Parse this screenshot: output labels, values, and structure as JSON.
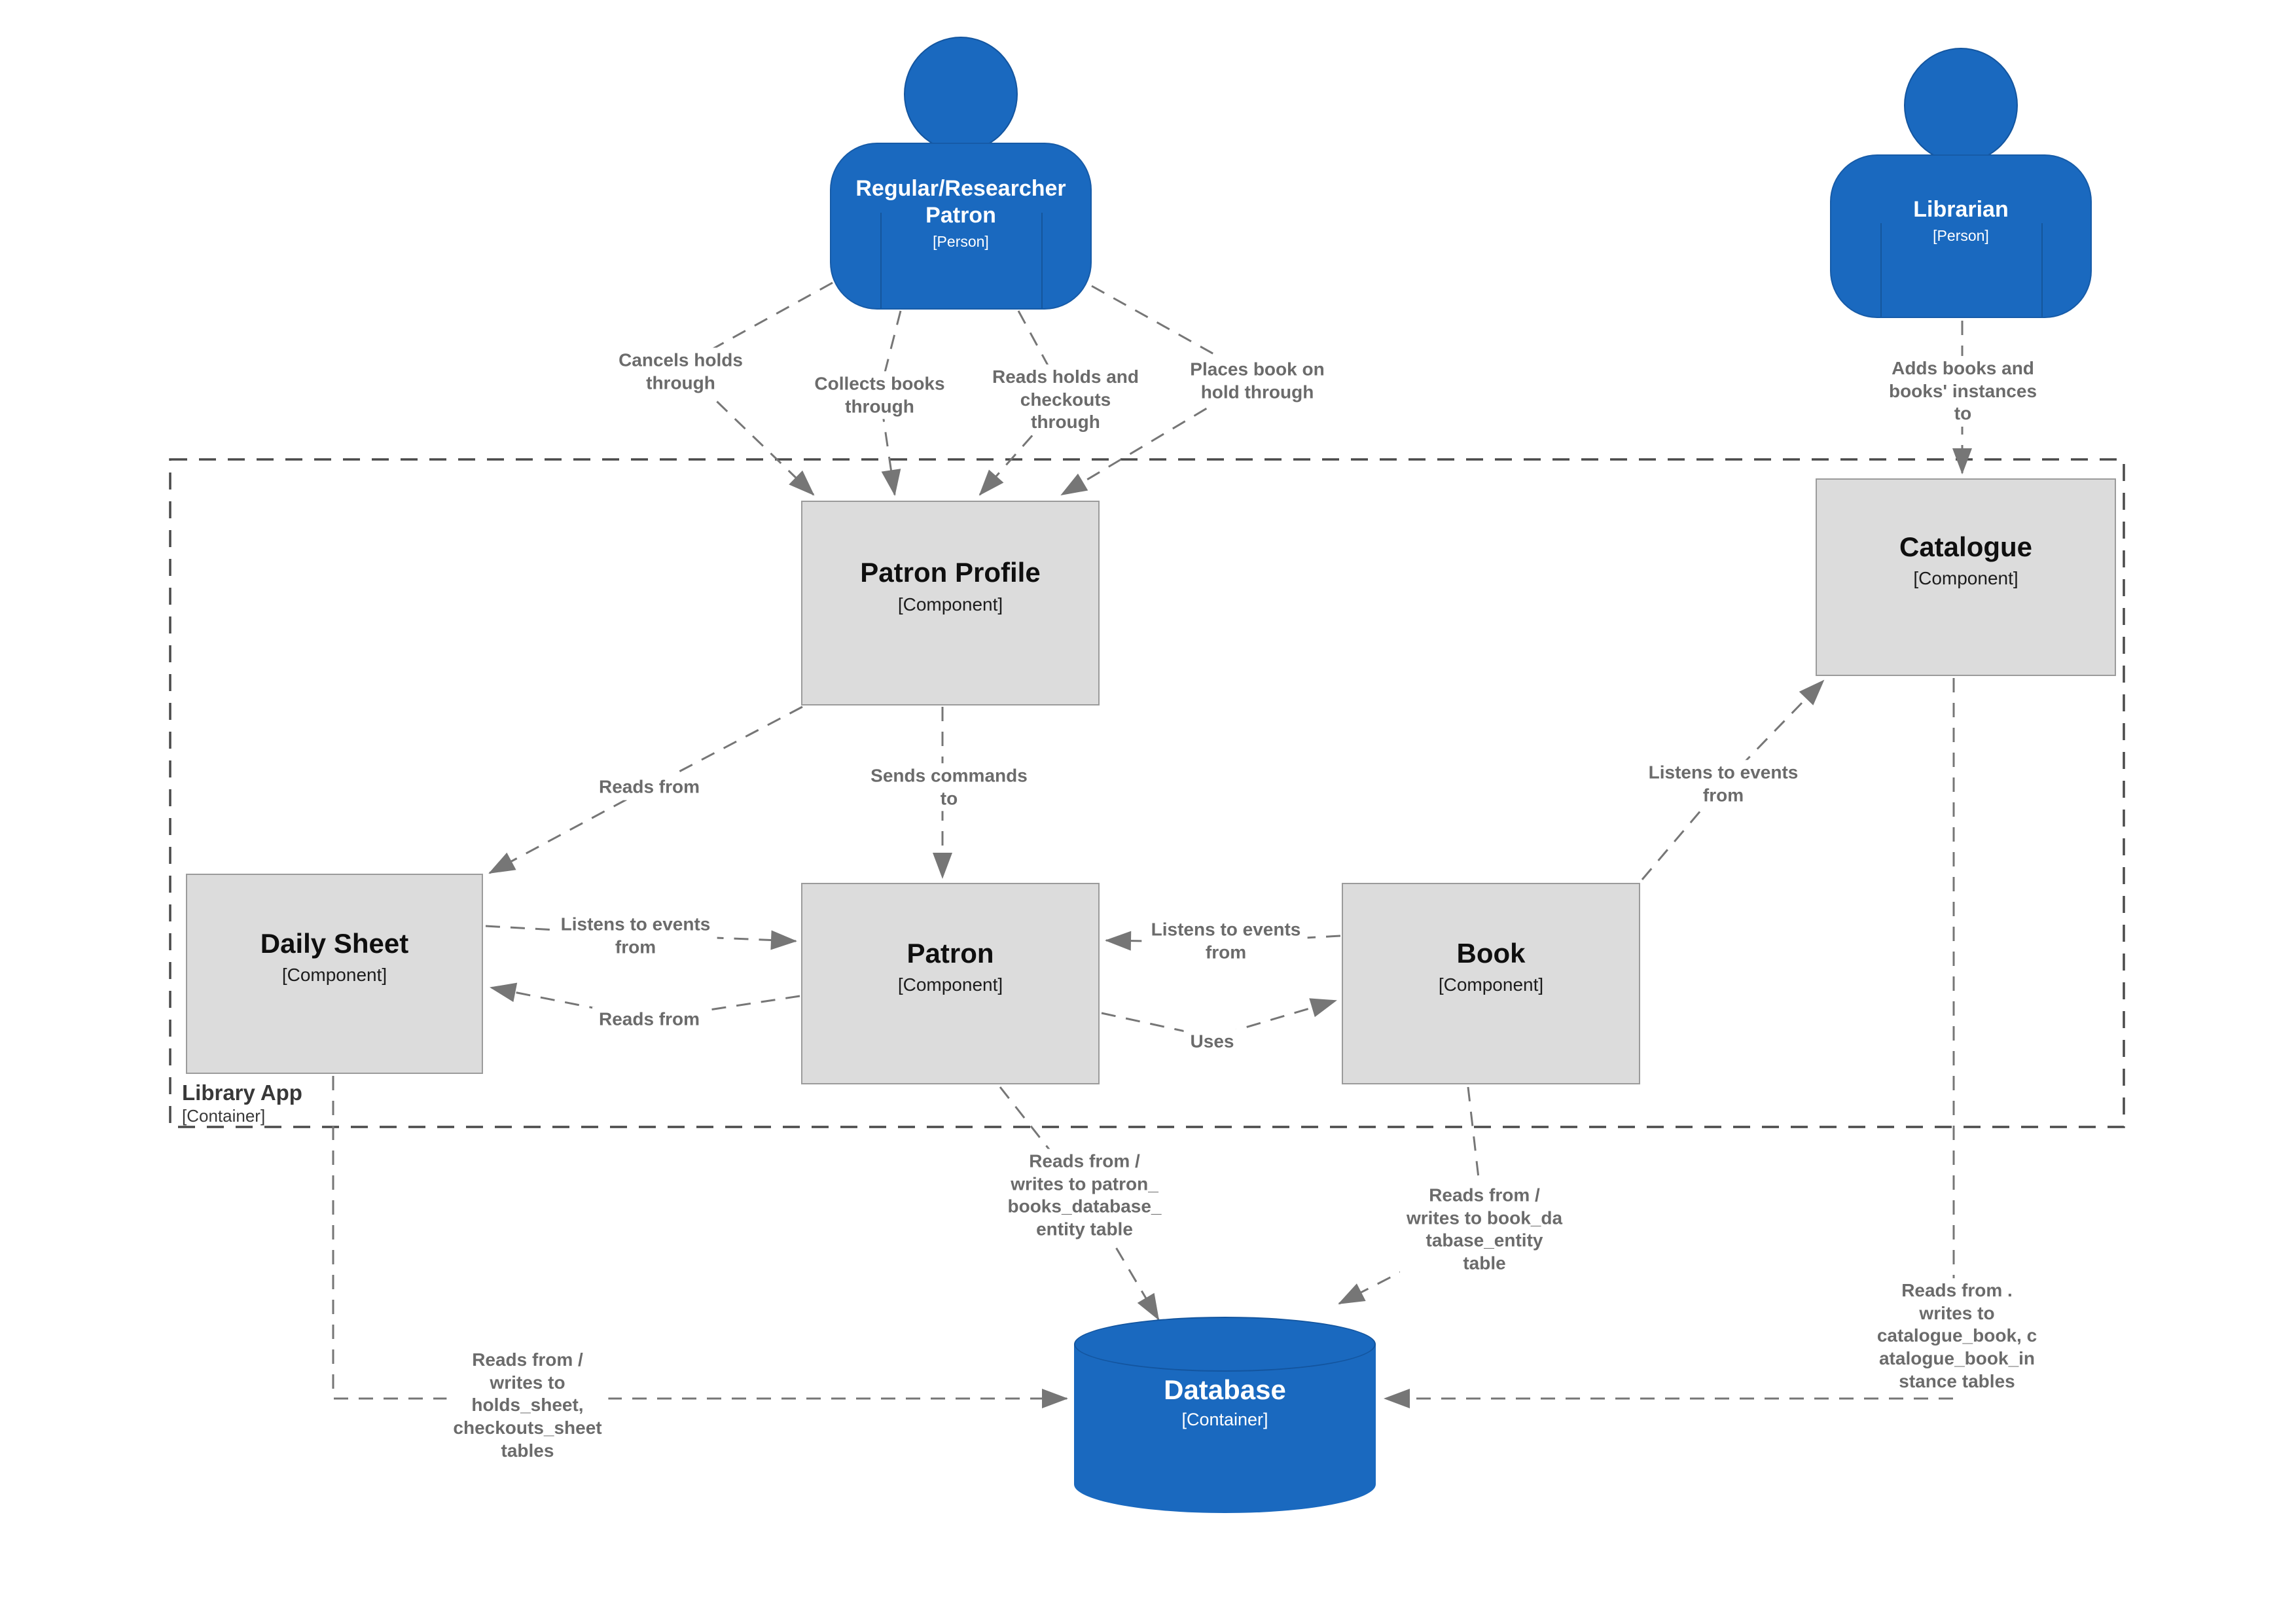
{
  "people": {
    "patron": {
      "name": "Regular/Researcher Patron",
      "meta": "[Person]"
    },
    "librarian": {
      "name": "Librarian",
      "meta": "[Person]"
    }
  },
  "boundary": {
    "name": "Library App",
    "meta": "[Container]"
  },
  "components": {
    "patron_profile": {
      "name": "Patron Profile",
      "meta": "[Component]"
    },
    "catalogue": {
      "name": "Catalogue",
      "meta": "[Component]"
    },
    "daily_sheet": {
      "name": "Daily Sheet",
      "meta": "[Component]"
    },
    "patron": {
      "name": "Patron",
      "meta": "[Component]"
    },
    "book": {
      "name": "Book",
      "meta": "[Component]"
    }
  },
  "database": {
    "name": "Database",
    "meta": "[Container]"
  },
  "relationships": {
    "cancels_holds": {
      "from": "Regular/Researcher Patron",
      "to": "Patron Profile",
      "label": "Cancels holds\nthrough"
    },
    "collects_books": {
      "from": "Regular/Researcher Patron",
      "to": "Patron Profile",
      "label": "Collects books\nthrough"
    },
    "reads_holds": {
      "from": "Regular/Researcher Patron",
      "to": "Patron Profile",
      "label": "Reads holds and\ncheckouts\nthrough"
    },
    "places_hold": {
      "from": "Regular/Researcher Patron",
      "to": "Patron Profile",
      "label": "Places book on\nhold through"
    },
    "adds_books": {
      "from": "Librarian",
      "to": "Catalogue",
      "label": "Adds books and\nbooks' instances\nto"
    },
    "profile_reads_daily": {
      "from": "Patron Profile",
      "to": "Daily Sheet",
      "label": "Reads from"
    },
    "profile_commands_patron": {
      "from": "Patron Profile",
      "to": "Patron",
      "label": "Sends commands\nto"
    },
    "book_events_catalogue": {
      "from": "Book",
      "to": "Catalogue",
      "label": "Listens to events\nfrom"
    },
    "daily_events_patron": {
      "from": "Daily Sheet",
      "to": "Patron",
      "label": "Listens to events\nfrom"
    },
    "patron_reads_daily": {
      "from": "Patron",
      "to": "Daily Sheet",
      "label": "Reads from"
    },
    "book_events_patron": {
      "from": "Book",
      "to": "Patron",
      "label": "Listens to events\nfrom"
    },
    "patron_uses_book": {
      "from": "Patron",
      "to": "Book",
      "label": "Uses"
    },
    "patron_db": {
      "from": "Patron",
      "to": "Database",
      "label": "Reads from /\nwrites to patron_\nbooks_database_\nentity table"
    },
    "book_db": {
      "from": "Book",
      "to": "Database",
      "label": "Reads from /\nwrites to book_da\ntabase_entity\ntable"
    },
    "catalogue_db": {
      "from": "Catalogue",
      "to": "Database",
      "label": "Reads from .\nwrites to\ncatalogue_book, c\natalogue_book_in\nstance tables"
    },
    "daily_db": {
      "from": "Daily Sheet",
      "to": "Database",
      "label": "Reads from /\nwrites to\nholds_sheet,\ncheckouts_sheet\ntables"
    }
  },
  "colors": {
    "person_fill": "#1a69bf",
    "database_fill": "#1a69bf",
    "component_fill": "#dcdcdc",
    "component_border": "#9b9b9b",
    "relationship_line": "#767676",
    "relationship_text": "#6b6b6b",
    "boundary_border": "#4a4a4a"
  }
}
